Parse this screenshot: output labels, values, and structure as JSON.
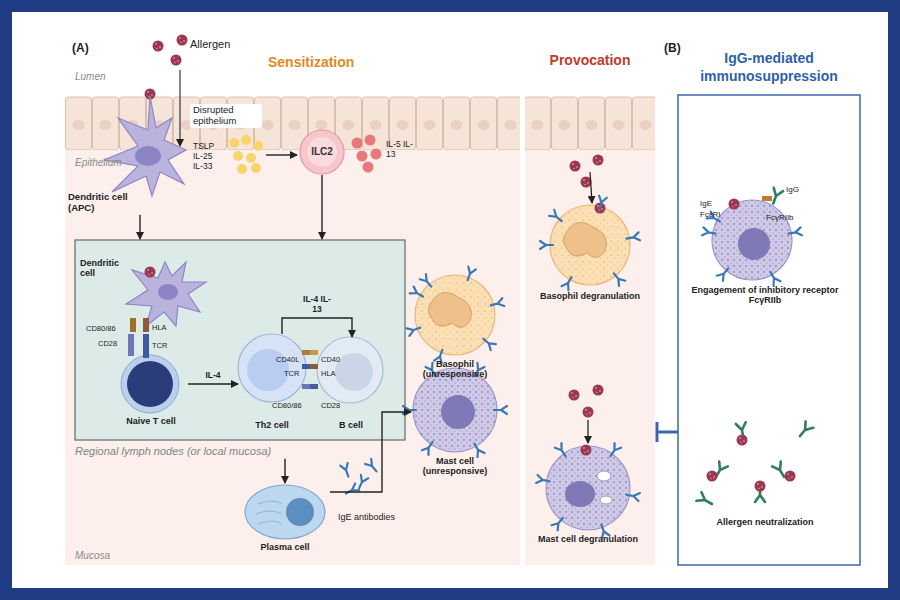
{
  "diagram": {
    "nodes": [
      {
        "text": [
          "Dendritic cell (APC)"
        ]
      },
      {
        "text": [
          "ILC2"
        ]
      },
      {
        "text": [
          "Regional lymph nodes (or local mucosa)"
        ]
      },
      {
        "text": [
          "Dendritic cell"
        ],
        "in": 2
      },
      {
        "text": [
          "Naive T cell"
        ],
        "in": 2
      },
      {
        "text": [
          "Th2 cell"
        ],
        "in": 2
      },
      {
        "text": [
          "B cell"
        ],
        "in": 2
      },
      {
        "text": [
          "Basophil (unresponsive)"
        ]
      },
      {
        "text": [
          "Mast cell (unresponsive)"
        ]
      },
      {
        "text": [
          "Plasma cell"
        ]
      },
      {
        "text": [
          "Provocation"
        ]
      },
      {
        "text": [
          "Basophil degranulation"
        ],
        "in": 10
      },
      {
        "text": [
          "Mast cell degranulation"
        ],
        "in": 10
      },
      {
        "text": [
          "IgG-mediated immunosuppression"
        ]
      },
      {
        "text": [
          "Engagement of inhibitory receptor FcγRIIb"
        ],
        "in": 13
      },
      {
        "text": [
          "Allergen neutralization"
        ],
        "in": 13
      }
    ],
    "edges": [
      {
        "from": 0,
        "to": 2,
        "arrow": "to"
      },
      {
        "from": 1,
        "to": 2,
        "arrow": "to"
      },
      {
        "from": 4,
        "to": 5,
        "label": "IL-4",
        "arrow": "to"
      },
      {
        "from": 5,
        "to": 6,
        "label": "IL-4 IL-13",
        "arrow": "to"
      },
      {
        "from": 2,
        "to": 9,
        "arrow": "to"
      },
      {
        "from": 9,
        "to": 8,
        "arrow": "to"
      },
      {
        "from": 13,
        "to": 10,
        "arrow": "to"
      }
    ],
    "labels": [
      "(A)",
      "Allergen",
      "Sensitization",
      "Lumen",
      "Disrupted epithelium",
      "Epithelium",
      "TSLP IL-25 IL-33",
      "IL-5 IL-13",
      "CD80/86",
      "HLA",
      "CD28",
      "TCR",
      "CD40L",
      "CD40",
      "TCR",
      "HLA",
      "CD80/86",
      "CD28",
      "IgE antibodies",
      "Mucosa",
      "(B)",
      "IgG",
      "IgE",
      "FcεRI",
      "FcγRIIb"
    ]
  }
}
